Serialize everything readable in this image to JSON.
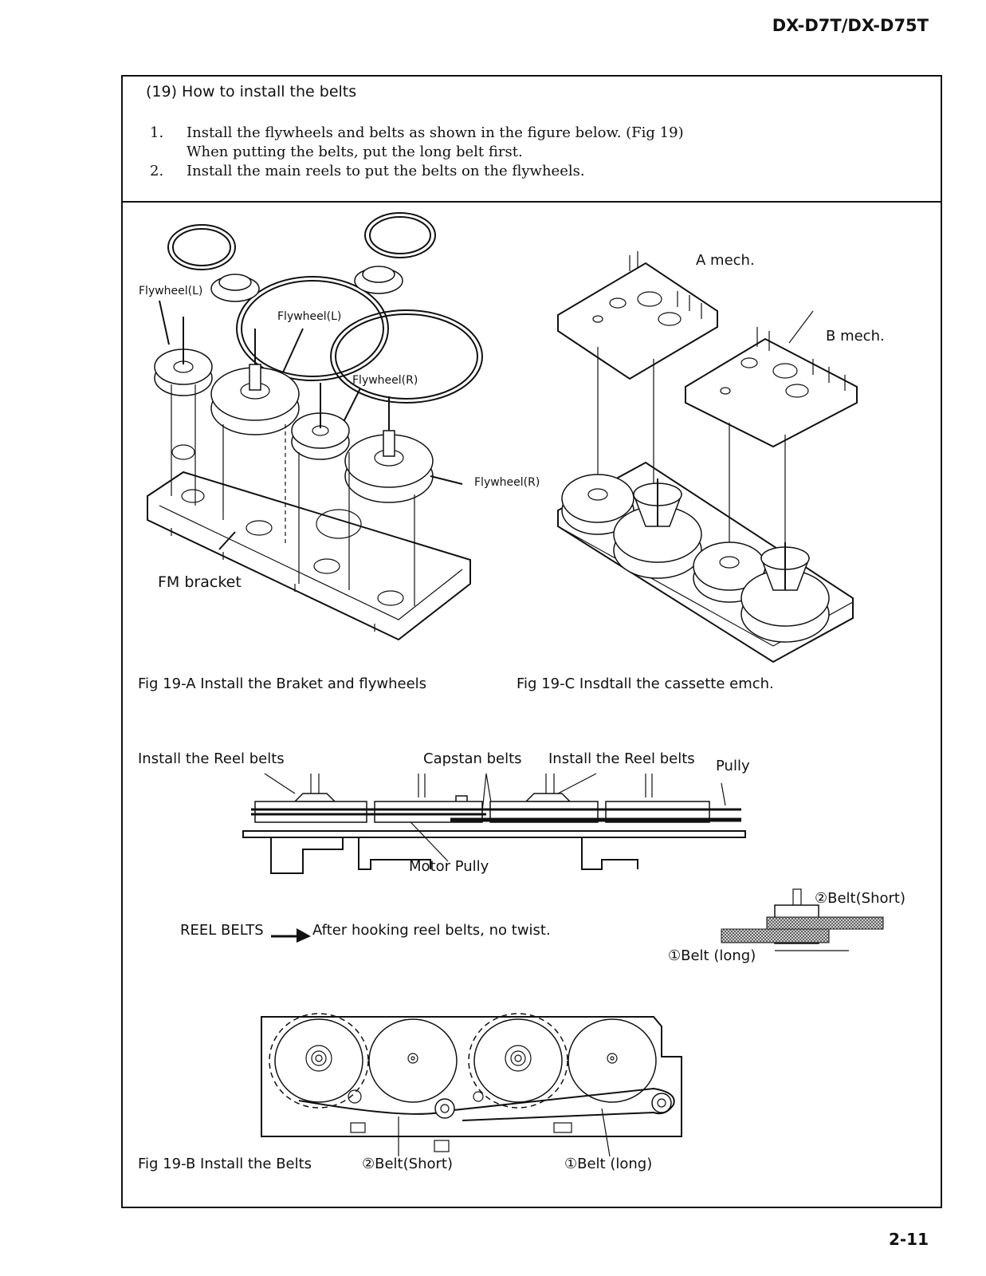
{
  "header": {
    "model": "DX-D7T/DX-D75T"
  },
  "section": {
    "title": "(19)  How to install the belts",
    "steps": [
      {
        "num": "1.",
        "line1": "Install the flywheels and belts as shown in the figure below. (Fig 19)",
        "line2": "When putting the belts, put the  long belt first."
      },
      {
        "num": "2.",
        "line1": "Install the main reels  to put the belts on the flywheels."
      }
    ]
  },
  "fig_a": {
    "labels": {
      "flywheel_l_1": "Flywheel(L)",
      "flywheel_l_2": "Flywheel(L)",
      "flywheel_r_1": "Flywheel(R)",
      "flywheel_r_2": "Flywheel(R)",
      "fm_bracket": "FM bracket"
    },
    "caption": "Fig 19-A   Install the Braket and flywheels"
  },
  "fig_c": {
    "labels": {
      "a_mech": "A mech.",
      "b_mech": "B mech."
    },
    "caption": "Fig 19-C   Insdtall the cassette emch."
  },
  "side_view": {
    "labels": {
      "reel_belts_left": "Install the Reel belts",
      "capstan_belts": "Capstan belts",
      "reel_belts_right": "Install the Reel belts",
      "pully": "Pully",
      "motor_pully": "Motor Pully"
    }
  },
  "note": {
    "reel_belts": "REEL BELTS",
    "text": "After hooking reel belts, no twist."
  },
  "belt_detail": {
    "belt_short": "②Belt(Short)",
    "belt_long": "①Belt (long)"
  },
  "fig_b": {
    "caption": "Fig 19-B   Install the Belts",
    "belt_short": "②Belt(Short)",
    "belt_long": "①Belt (long)"
  },
  "footer": {
    "page": "2-11"
  }
}
